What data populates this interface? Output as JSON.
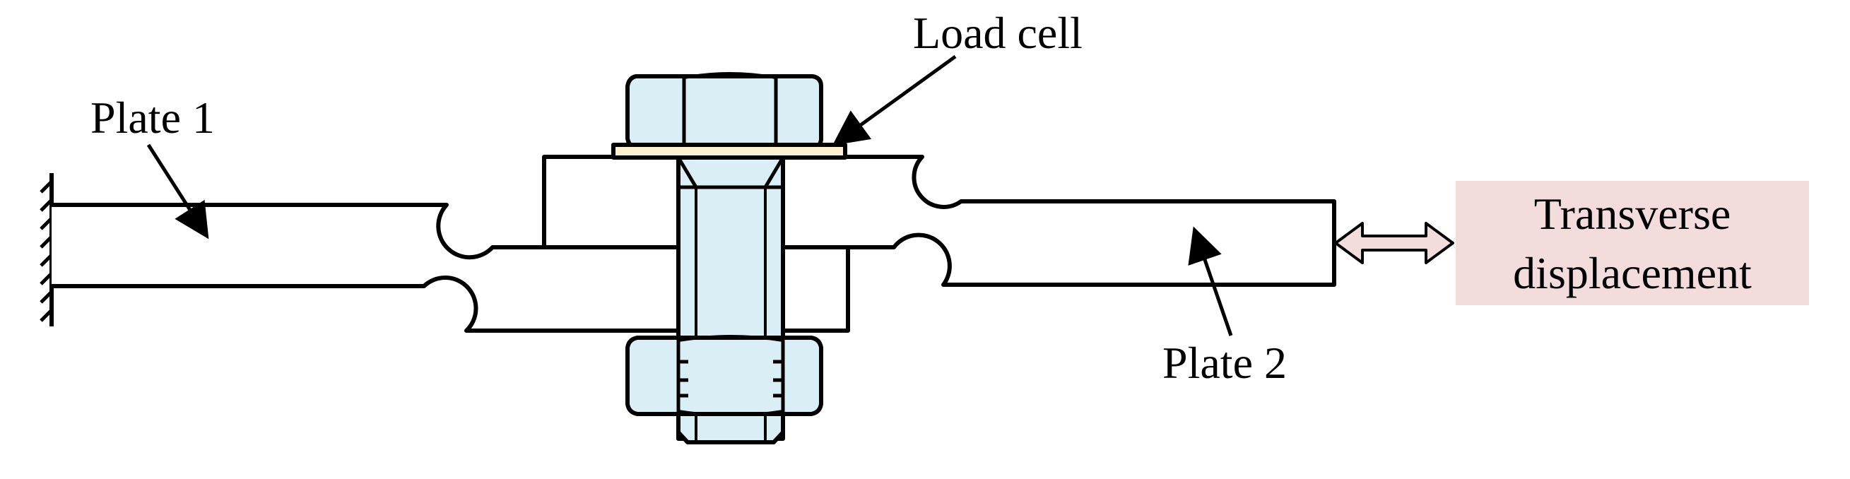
{
  "labels": {
    "load_cell": "Load cell",
    "plate_1": "Plate 1",
    "plate_2": "Plate 2",
    "transverse_line1": "Transverse",
    "transverse_line2": "displacement"
  },
  "colors": {
    "bolt_fill": "#daeef5",
    "load_cell_fill": "#fbf0cf",
    "displacement_box_fill": "#f3dcdc",
    "arrow_fill": "#f3dcdc",
    "stroke": "#000000"
  },
  "icons": {
    "fixed_support": "hatched-wall-icon",
    "double_arrow": "double-arrow-icon"
  }
}
